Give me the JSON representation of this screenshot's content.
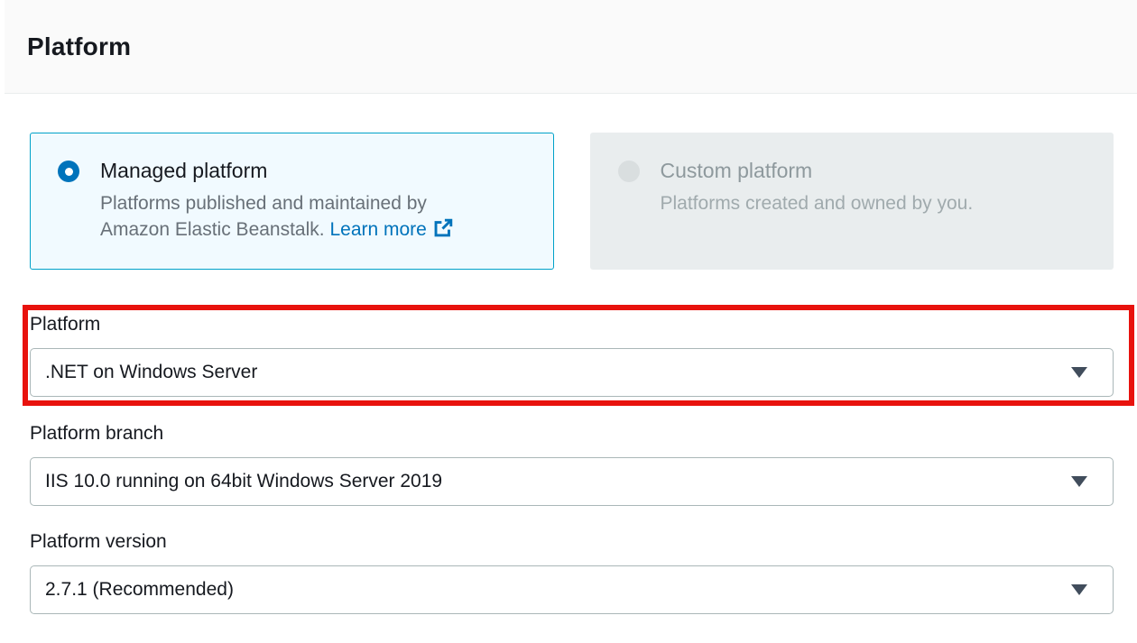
{
  "header": {
    "title": "Platform"
  },
  "platform_type": {
    "managed": {
      "label": "Managed platform",
      "description_line1": "Platforms published and maintained by",
      "description_line2": "Amazon Elastic Beanstalk.",
      "link_label": "Learn more",
      "state": "selected"
    },
    "custom": {
      "label": "Custom platform",
      "description": "Platforms created and owned by you.",
      "state": "disabled"
    }
  },
  "fields": {
    "platform": {
      "label": "Platform",
      "value": ".NET on Windows Server"
    },
    "platform_branch": {
      "label": "Platform branch",
      "value": "IIS 10.0 running on 64bit Windows Server 2019"
    },
    "platform_version": {
      "label": "Platform version",
      "value": "2.7.1 (Recommended)"
    }
  },
  "icons": {
    "external_link": "external-link-icon",
    "dropdown_arrow": "chevron-down-filled-icon",
    "radio_selected": "radio-selected-icon",
    "radio_disabled": "radio-disabled-icon"
  },
  "annotation": {
    "shape": "rectangle",
    "color": "#e8120d",
    "target": "platform-field"
  },
  "colors": {
    "accent_blue": "#0073bb",
    "selected_card_border": "#00a1c9",
    "selected_card_bg": "#f1faff",
    "disabled_card_bg": "#e9edee",
    "header_bg": "#fafafa",
    "divider": "#eaeded",
    "text_dark": "#16191f",
    "text_gray": "#687078",
    "select_border": "#aab7b8",
    "dropdown_arrow": "#414d5c",
    "annotation_red": "#e8120d"
  }
}
